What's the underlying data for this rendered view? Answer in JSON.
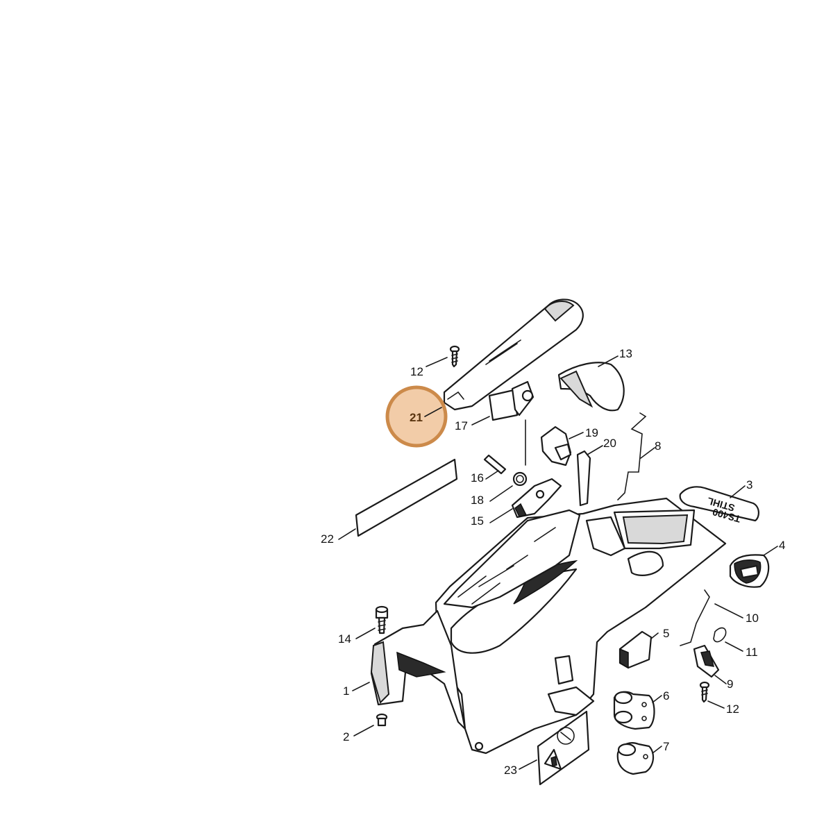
{
  "highlight": {
    "label": "21",
    "fill": "#f2cca8",
    "stroke": "#cc8a4a"
  },
  "callouts": {
    "c1": "1",
    "c2": "2",
    "c3": "3",
    "c4": "4",
    "c5": "5",
    "c6": "6",
    "c7": "7",
    "c8": "8",
    "c9": "9",
    "c10": "10",
    "c11": "11",
    "c12a": "12",
    "c12b": "12",
    "c13": "13",
    "c14": "14",
    "c15": "15",
    "c16": "16",
    "c17": "17",
    "c18": "18",
    "c19": "19",
    "c20": "20",
    "c22": "22",
    "c23": "23"
  },
  "decal": {
    "line1": "STIHL",
    "line2": "TS400"
  },
  "icons": [
    "screw-icon",
    "spring-icon",
    "pin-icon",
    "grommet-icon",
    "warning-triangle-icon"
  ]
}
